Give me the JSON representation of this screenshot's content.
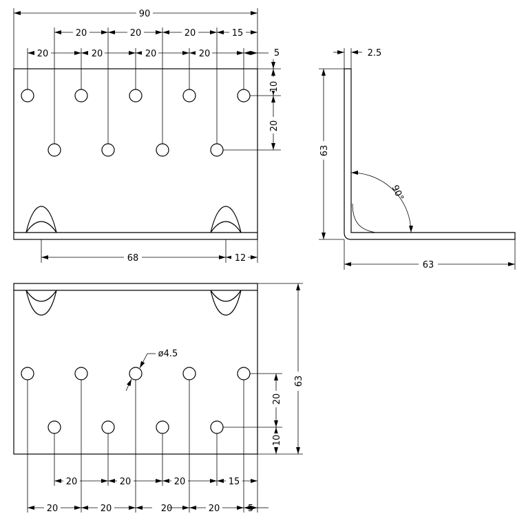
{
  "front_top": {
    "overall_width": "90",
    "upper_spacings": [
      "20",
      "20",
      "20",
      "15"
    ],
    "lower_spacings": [
      "20",
      "20",
      "20",
      "20",
      "5"
    ],
    "edge_to_row1": "10",
    "row_gap": "20",
    "notch_span": "68",
    "notch_edge": "12"
  },
  "side_view": {
    "thickness": "2.5",
    "height": "63",
    "angle": "90°",
    "width": "63"
  },
  "front_bottom": {
    "hole_diameter": "ø4.5",
    "height": "63",
    "row_gap": "20",
    "edge_to_row": "10",
    "upper_spacings": [
      "20",
      "20",
      "20",
      "15"
    ],
    "lower_spacings": [
      "20",
      "20",
      "20",
      "20",
      "5"
    ]
  }
}
